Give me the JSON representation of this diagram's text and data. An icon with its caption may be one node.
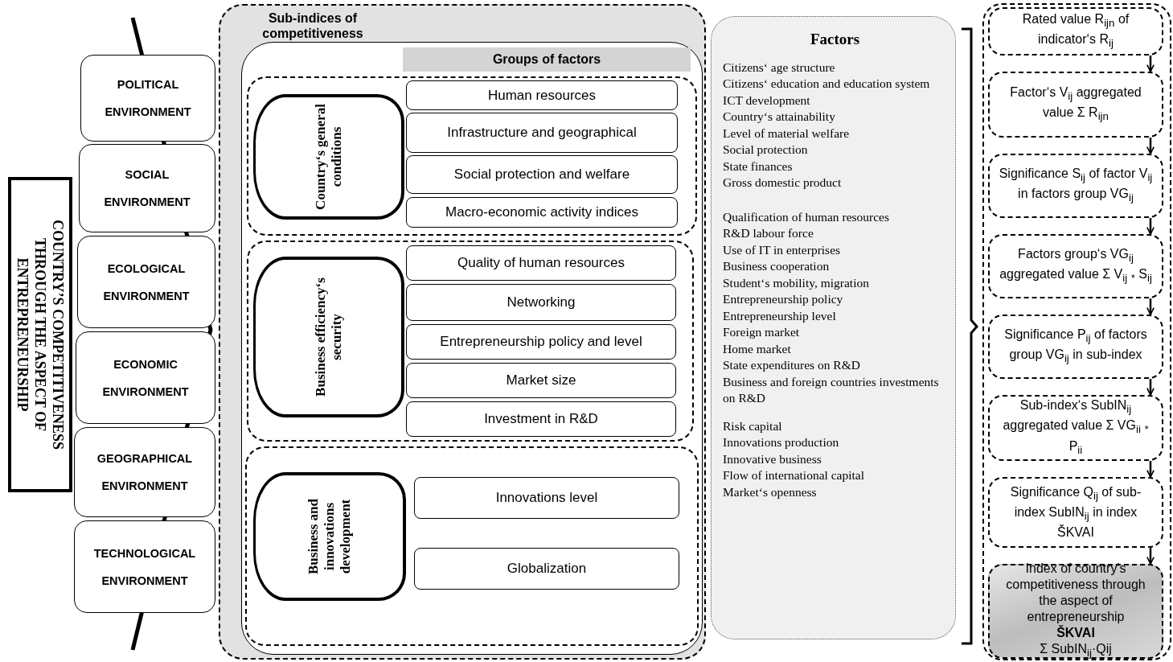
{
  "diagram": {
    "nodes": [
      {
        "text": [
          "COUNTRY’S COMPETITIVENESS THROUGH THE ASPECT OF ENTREPRENEURSHIP"
        ]
      },
      {
        "text": [
          "POLITICAL ENVIRONMENT"
        ]
      },
      {
        "text": [
          "SOCIAL ENVIRONMENT"
        ]
      },
      {
        "text": [
          "ECOLOGICAL ENVIRONMENT"
        ]
      },
      {
        "text": [
          "ECONOMIC ENVIRONMENT"
        ]
      },
      {
        "text": [
          "GEOGRAPHICAL ENVIRONMENT"
        ]
      },
      {
        "text": [
          "TECHNOLOGICAL ENVIRONMENT"
        ]
      },
      {
        "text": [
          "Sub-indices of competitiveness"
        ]
      },
      {
        "text": [
          "Groups of factors"
        ],
        "in": 7
      },
      {
        "text": [],
        "shape": "box",
        "in": 8
      },
      {
        "text": [
          "Country‘s general conditions"
        ],
        "in": 9
      },
      {
        "text": [
          "Human resources"
        ],
        "in": 9
      },
      {
        "text": [
          "Infrastructure and geographical"
        ],
        "in": 9
      },
      {
        "text": [
          "Social protection and welfare"
        ],
        "in": 9
      },
      {
        "text": [
          "Macro-economic activity indices"
        ],
        "in": 9
      },
      {
        "text": [],
        "shape": "box",
        "in": 8
      },
      {
        "text": [
          "Business efficiency‘s security"
        ],
        "in": 15
      },
      {
        "text": [
          "Quality of human resources"
        ],
        "in": 15
      },
      {
        "text": [
          "Networking"
        ],
        "in": 15
      },
      {
        "text": [
          "Entrepreneurship policy and level"
        ],
        "in": 15
      },
      {
        "text": [
          "Market size"
        ],
        "in": 15
      },
      {
        "text": [
          "Investment in R&D"
        ],
        "in": 15
      },
      {
        "text": [],
        "shape": "box",
        "in": 8
      },
      {
        "text": [
          "Business and innovations development"
        ],
        "in": 22
      },
      {
        "text": [
          "Innovations level"
        ],
        "in": 22
      },
      {
        "text": [
          "Globalization"
        ],
        "in": 22
      },
      {
        "text": [
          "Factors",
          "Citizens‘ age structure",
          "Citizens‘ education and education system",
          "ICT development",
          "Country‘s attainability",
          "Level of material welfare",
          "Social protection",
          "State finances",
          "Gross domestic product",
          "Qualification of human resources",
          "R&D labour force",
          "Use of IT in enterprises",
          "Business cooperation",
          "Student‘s mobility, migration",
          "Entrepreneurship policy",
          "Entrepreneurship level",
          "Foreign market",
          "Home market",
          "State expenditures on R&D",
          "Business and foreign countries investments on R&D",
          "Risk capital",
          "Innovations production",
          "Innovative business",
          "Flow of international capital",
          "Market‘s openness"
        ]
      },
      {
        "text": [],
        "shape": "box"
      },
      {
        "text": [
          "Rated value R$_{ijn}$ of indicator‘s R$_{ij}$"
        ],
        "in": 27
      },
      {
        "text": [
          "Factor‘s V$_{ij}$ aggregated value Σ R$_{ijn}$"
        ],
        "in": 27
      },
      {
        "text": [
          "Significance S$_{ij}$ of factor V$_{ij}$ in factors group VG$_{ij}$"
        ],
        "in": 27
      },
      {
        "text": [
          "Factors group‘s VG$_{ij}$ aggregated value Σ V$_{ij}$ $_{*}$ S$_{ij}$"
        ],
        "in": 27
      },
      {
        "text": [
          "Significance P$_{ij}$ of factors group VG$_{ij}$ in sub-index"
        ],
        "in": 27
      },
      {
        "text": [
          "Sub-index‘s SubIN$_{ij}$ aggregated value Σ VG$_{ii}$ $_{*}$ P$_{ii}$"
        ],
        "in": 27
      },
      {
        "text": [
          "Significance Q$_{ij}$ of sub-index SubIN$_{ij}$ in index ŠKVAI"
        ],
        "in": 27
      },
      {
        "text": [
          "Index of country's competitiveness through the aspect of entrepreneurship",
          "ŠKVAI",
          "Σ SubIN$_{ij}$·Qij"
        ],
        "in": 27
      }
    ],
    "edges": [
      {
        "from": 28,
        "to": 29,
        "arrow": "to"
      },
      {
        "from": 29,
        "to": 30,
        "arrow": "to"
      },
      {
        "from": 30,
        "to": 31,
        "arrow": "to"
      },
      {
        "from": 31,
        "to": 32,
        "arrow": "to"
      },
      {
        "from": 32,
        "to": 33,
        "arrow": "to"
      },
      {
        "from": 33,
        "to": 34,
        "arrow": "to"
      },
      {
        "from": 34,
        "to": 35,
        "arrow": "to"
      }
    ]
  }
}
